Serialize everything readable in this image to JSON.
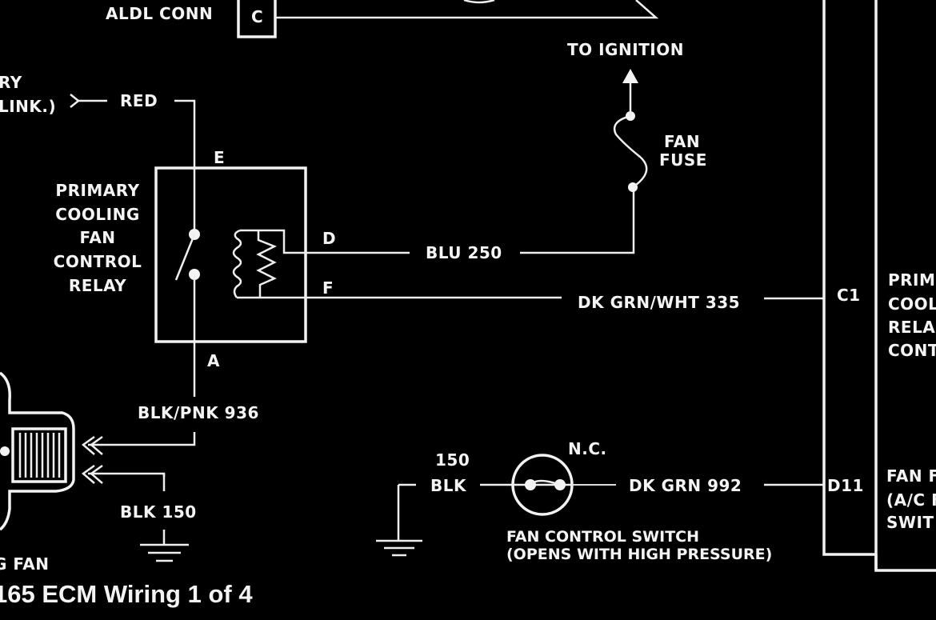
{
  "title": "165 ECM Wiring 1 of 4",
  "colors": {
    "background": "#000000",
    "foreground": "#f4f4f4"
  },
  "aldl": {
    "label": "ALDL CONN",
    "pin": "C"
  },
  "battery_feed": {
    "label_line1": "RY",
    "label_line2": "LINK.)",
    "wire": "RED"
  },
  "ignition": {
    "label": "TO IGNITION",
    "fuse_line1": "FAN",
    "fuse_line2": "FUSE"
  },
  "relay": {
    "label_lines": [
      "PRIMARY",
      "COOLING",
      "FAN",
      "CONTROL",
      "RELAY"
    ],
    "pins": {
      "e": "E",
      "d": "D",
      "f": "F",
      "a": "A"
    }
  },
  "wires": {
    "blu_250": "BLU 250",
    "dk_grn_wht_335": "DK GRN/WHT 335",
    "blk_pnk_936": "BLK/PNK 936",
    "blk_150": "BLK 150",
    "blk_150_num": "150",
    "blk": "BLK",
    "dk_grn_992": "DK GRN 992"
  },
  "fan_motor": {
    "label": "G FAN"
  },
  "fan_switch": {
    "state": "N.C.",
    "label_line1": "FAN CONTROL SWITCH",
    "label_line2": "(OPENS WITH HIGH PRESSURE)"
  },
  "ecm": {
    "pin_c1": "C1",
    "pin_d11": "D11",
    "c1_desc_lines": [
      "PRIM",
      "COOL",
      "RELA",
      "CONT"
    ],
    "d11_desc_lines": [
      "FAN F",
      "(A/C F",
      "SWIT"
    ]
  }
}
